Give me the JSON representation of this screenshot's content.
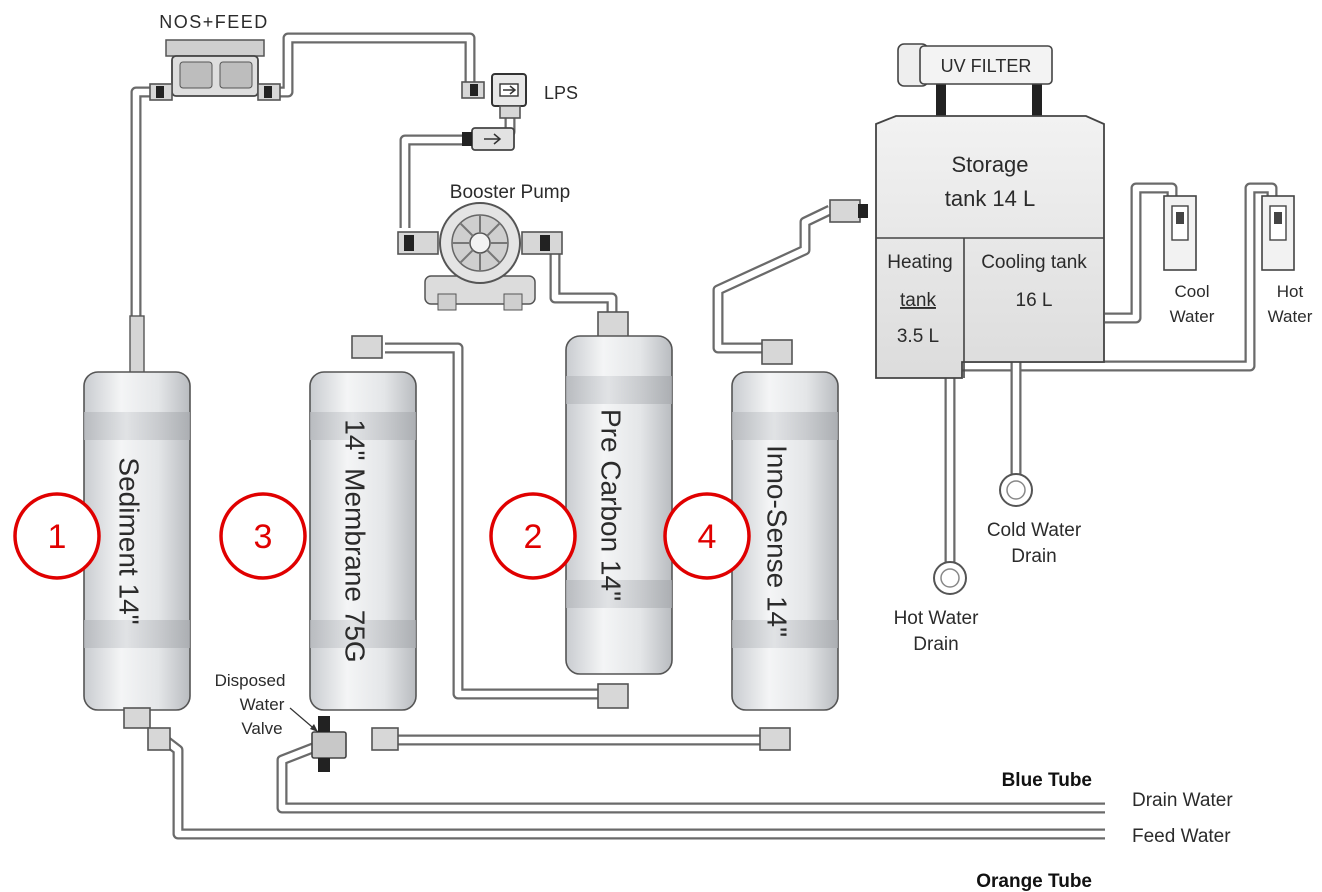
{
  "labels": {
    "nos_feed": "NOS+FEED",
    "lps": "LPS",
    "booster_pump": "Booster Pump",
    "uv_filter": "UV FILTER",
    "storage_line1": "Storage",
    "storage_line2": "tank 14 L",
    "heating_line1": "Heating",
    "heating_line2": "tank",
    "heating_line3": "3.5 L",
    "cooling_line1": "Cooling tank",
    "cooling_line2": "16 L",
    "cool_water_line1": "Cool",
    "cool_water_line2": "Water",
    "hot_water_line1": "Hot",
    "hot_water_line2": "Water",
    "cold_drain_line1": "Cold Water",
    "cold_drain_line2": "Drain",
    "hot_drain_line1": "Hot Water",
    "hot_drain_line2": "Drain",
    "disposed_line1": "Disposed",
    "disposed_line2": "Water",
    "disposed_line3": "Valve",
    "blue_tube": "Blue Tube",
    "orange_tube": "Orange Tube",
    "drain_water": "Drain Water",
    "feed_water": "Feed Water"
  },
  "filters": [
    {
      "label": "Sediment 14\"",
      "number": "1"
    },
    {
      "label": "14\" Membrane 75G",
      "number": "3"
    },
    {
      "label": "Pre Carbon 14\"",
      "number": "2"
    },
    {
      "label": "Inno-Sense 14\"",
      "number": "4"
    }
  ],
  "colors": {
    "marker_red": "#e00000",
    "tube_outline": "#6a6a6a",
    "housing": "#e6e8ea"
  }
}
